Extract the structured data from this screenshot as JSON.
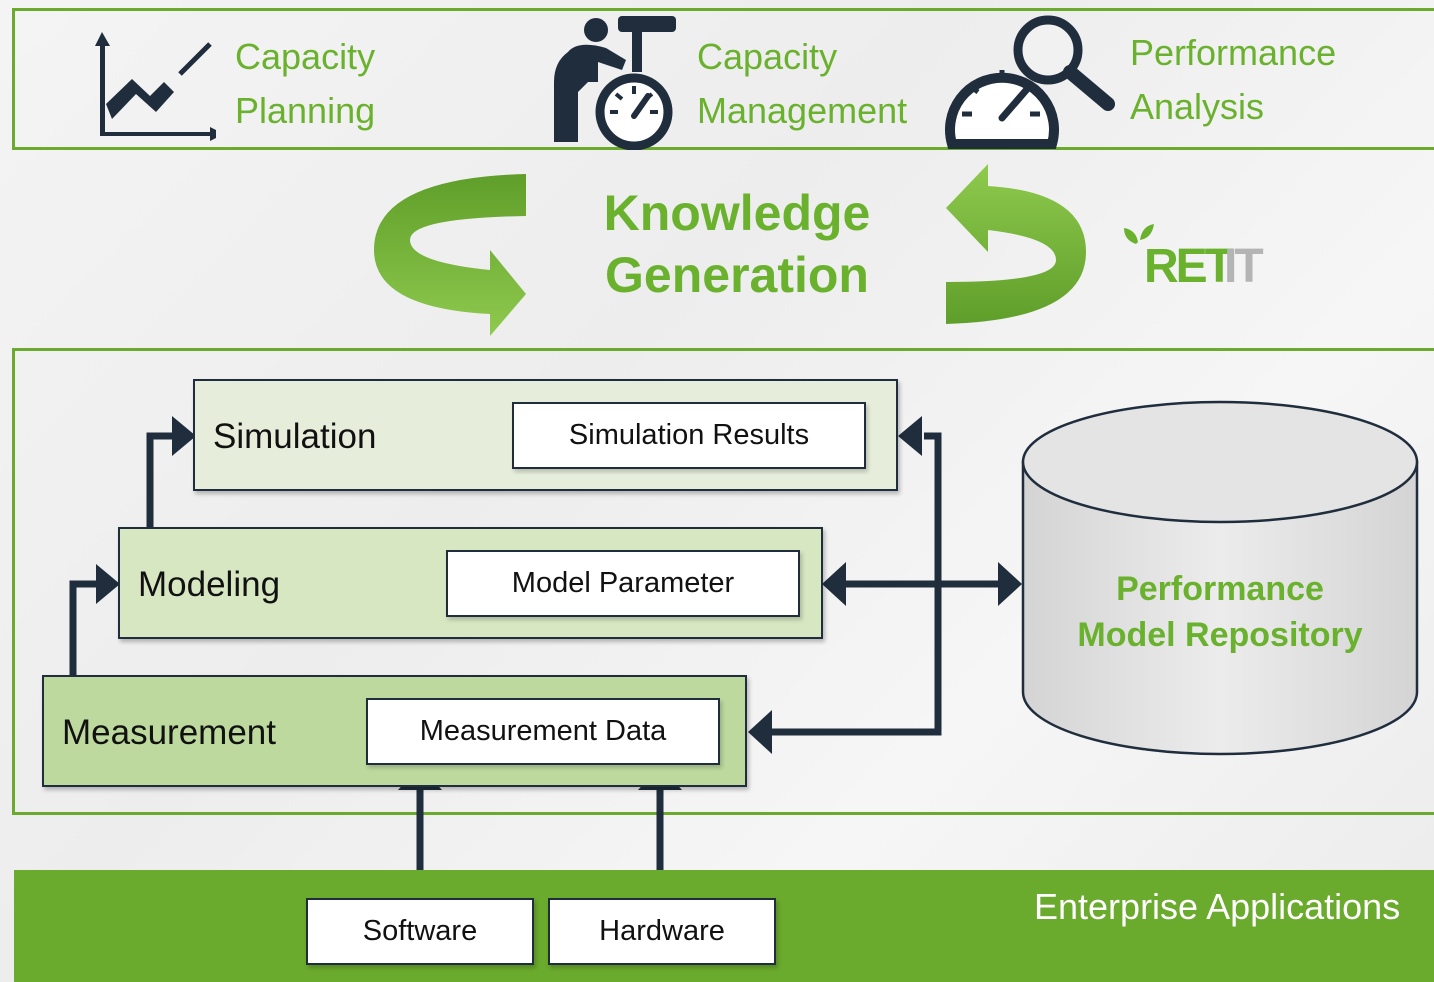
{
  "top_items": [
    {
      "icon": "line-chart-icon",
      "line1": "Capacity",
      "line2": "Planning"
    },
    {
      "icon": "person-gauge-icon",
      "line1": "Capacity",
      "line2": "Management"
    },
    {
      "icon": "gauge-magnifier-icon",
      "line1": "Performance",
      "line2": "Analysis"
    }
  ],
  "center_title": {
    "line1": "Knowledge",
    "line2": "Generation"
  },
  "logo_text": "RETIT",
  "layers": {
    "simulation": {
      "label": "Simulation",
      "inner": "Simulation Results"
    },
    "modeling": {
      "label": "Modeling",
      "inner": "Model Parameter"
    },
    "measurement": {
      "label": "Measurement",
      "inner": "Measurement Data"
    }
  },
  "repository": {
    "line1": "Performance",
    "line2": "Model Repository"
  },
  "enterprise": {
    "label": "Enterprise Applications",
    "software": "Software",
    "hardware": "Hardware"
  },
  "colors": {
    "green": "#6aaa2c",
    "text_green": "#6ab12e",
    "navy": "#1f2d3d",
    "logo_gray": "#b4b4b4"
  }
}
